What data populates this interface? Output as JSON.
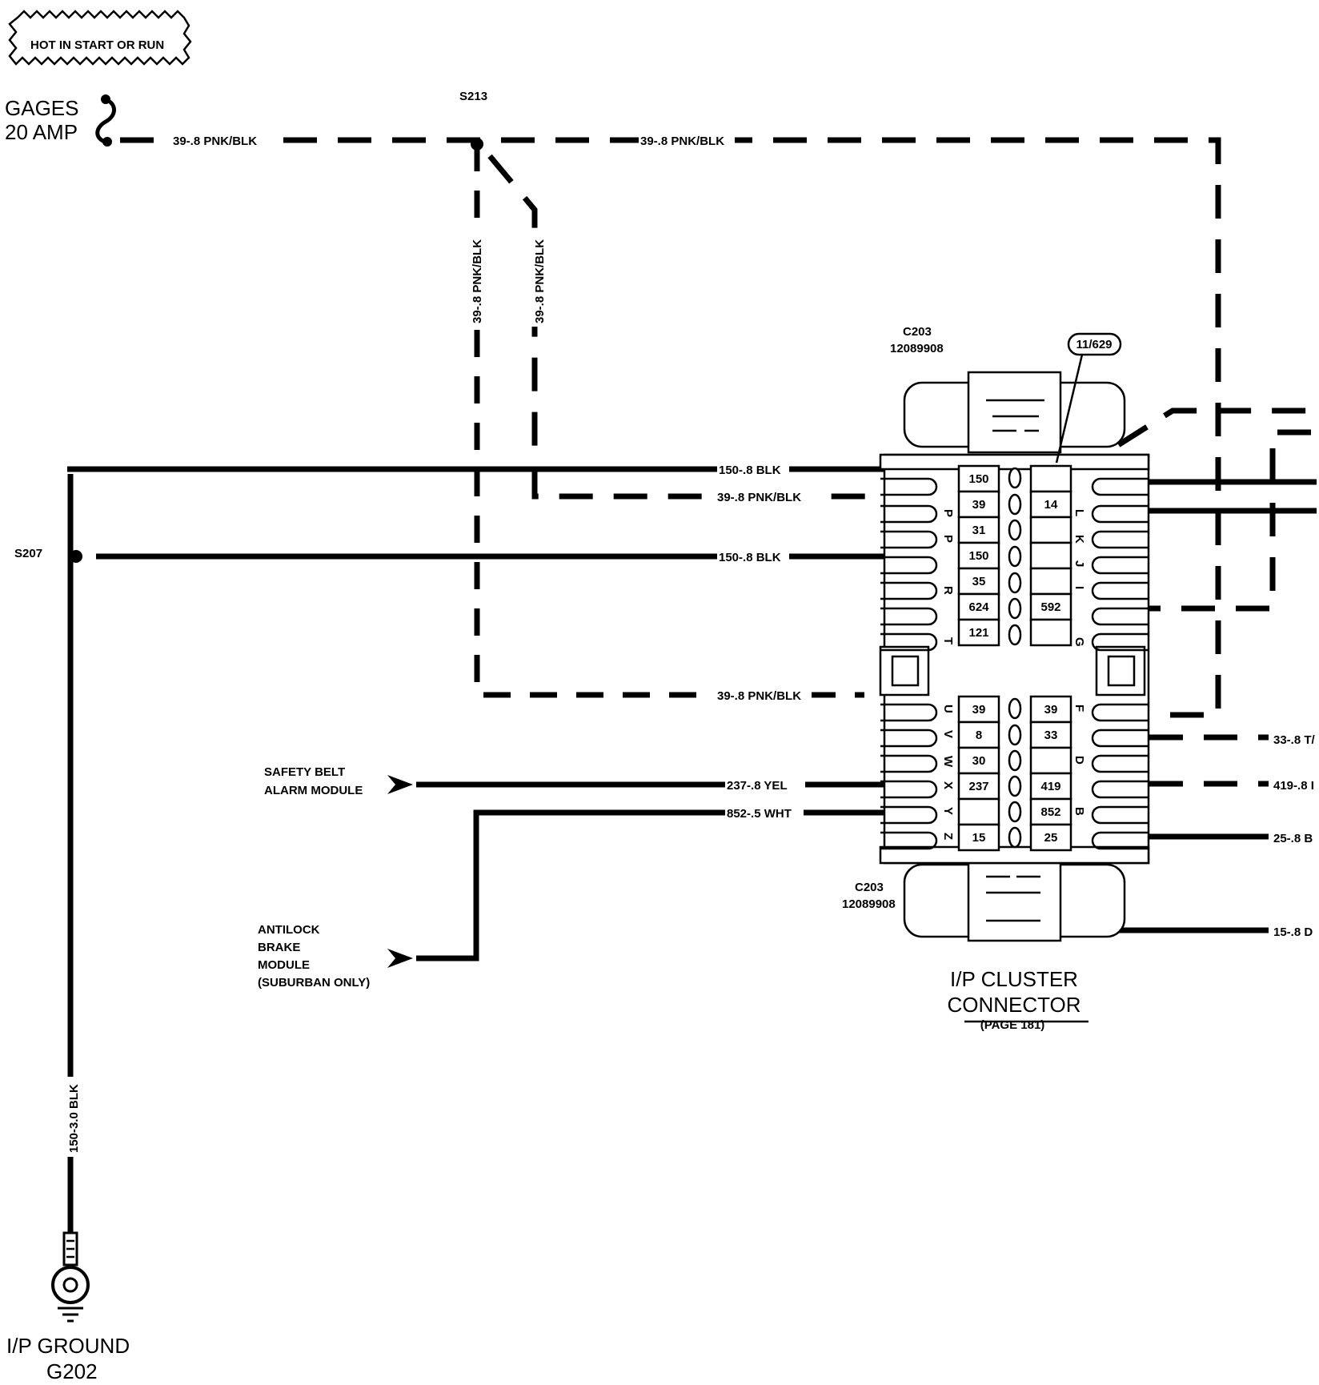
{
  "banner": {
    "text": "HOT IN START OR RUN"
  },
  "fuse": {
    "line1": "GAGES",
    "line2": "20 AMP"
  },
  "splices": {
    "s213": "S213",
    "s207": "S207"
  },
  "wires": {
    "pnk_top_left": "39-.8 PNK/BLK",
    "pnk_top_right": "39-.8 PNK/BLK",
    "pnk_vert_a": "39-.8 PNK/BLK",
    "pnk_vert_b": "39-.8 PNK/BLK",
    "blk_150_a": "150-.8 BLK",
    "pnk_39_n": "39-.8 PNK/BLK",
    "blk_150_b": "150-.8 BLK",
    "pnk_39_low": "39-.8 PNK/BLK",
    "yel_237": "237-.8 YEL",
    "wht_852": "852-.5 WHT",
    "ground_vert": "150-3.0 BLK",
    "out_33": "33-.8 T/",
    "out_419": "419-.8 I",
    "out_25": "25-.8 B",
    "out_15": "15-.8 D"
  },
  "connector": {
    "name_top": "C203",
    "part_top": "12089908",
    "name_bottom": "C203",
    "part_bottom": "12089908",
    "callout": "11/629",
    "title1": "I/P CLUSTER",
    "title2": "CONNECTOR",
    "page_ref": "(PAGE 181)",
    "upper_left_pins": [
      "150",
      "39",
      "31",
      "150",
      "35",
      "624",
      "121"
    ],
    "upper_left_letters": [
      "",
      "P",
      "P",
      "",
      "R",
      "",
      "T"
    ],
    "upper_right_pins": [
      "",
      "14",
      "",
      "",
      "",
      "592",
      ""
    ],
    "upper_right_letters": [
      "",
      "L",
      "K",
      "J",
      "I",
      "",
      "G"
    ],
    "lower_left_pins": [
      "39",
      "8",
      "30",
      "237",
      "",
      "15"
    ],
    "lower_left_letters": [
      "U",
      "V",
      "W",
      "X",
      "Y",
      "Z"
    ],
    "lower_right_pins": [
      "39",
      "33",
      "",
      "419",
      "852",
      "25"
    ],
    "lower_right_letters": [
      "F",
      "",
      "D",
      "",
      "B",
      ""
    ]
  },
  "components": {
    "safety_belt_1": "SAFETY BELT",
    "safety_belt_2": "ALARM MODULE",
    "abs_1": "ANTILOCK",
    "abs_2": "BRAKE",
    "abs_3": "MODULE",
    "abs_4": "(SUBURBAN ONLY)"
  },
  "ground": {
    "line1": "I/P GROUND",
    "line2": "G202"
  }
}
